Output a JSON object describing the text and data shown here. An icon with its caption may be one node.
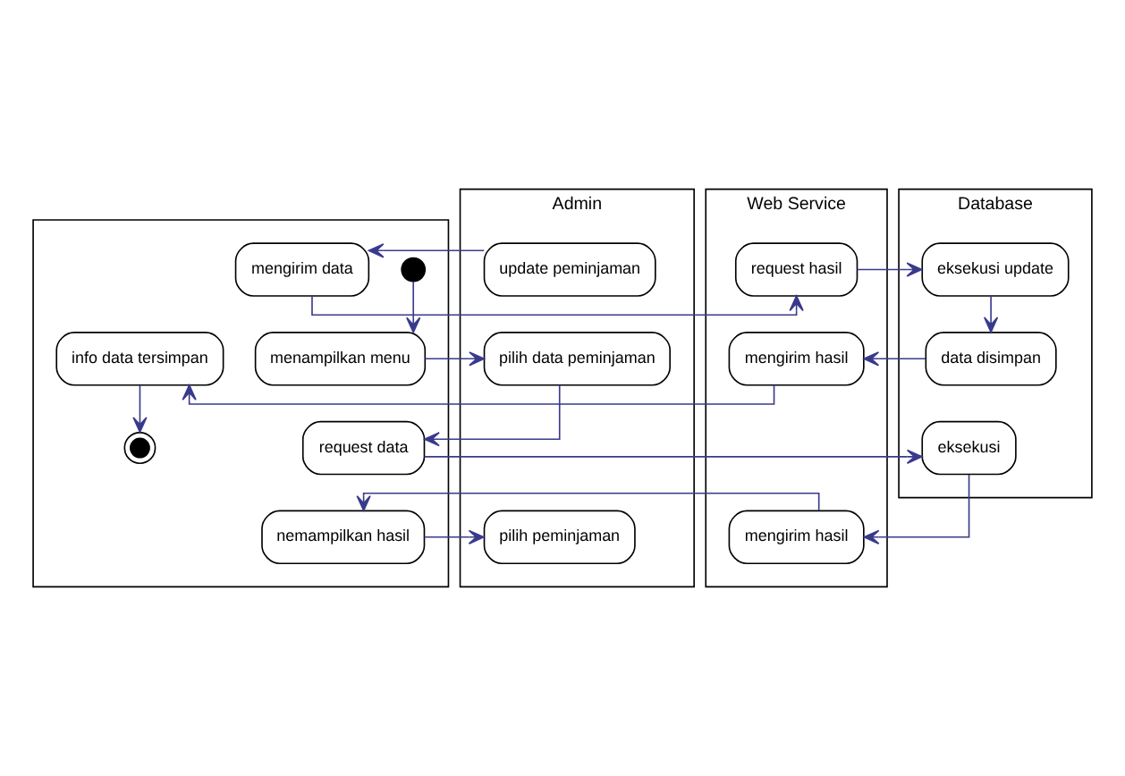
{
  "diagram": {
    "nodes": [
      {
        "text": [
          "Admin"
        ]
      },
      {
        "text": [],
        "shape": "box"
      },
      {
        "text": [
          "Web Service"
        ]
      },
      {
        "text": [
          "Database"
        ]
      },
      {
        "text": [],
        "shape": "circle",
        "in": 1
      },
      {
        "text": [
          "pilih data peminjaman"
        ],
        "in": 0
      },
      {
        "text": [
          "menampilkan menu"
        ],
        "in": 1
      },
      {
        "text": [
          "request data"
        ],
        "in": 1
      },
      {
        "text": [
          "eksekusi"
        ],
        "in": 3
      },
      {
        "text": [
          "pilih peminjaman"
        ],
        "in": 0
      },
      {
        "text": [
          "nemampilkan hasil"
        ],
        "in": 1
      },
      {
        "text": [
          "mengirim hasil"
        ],
        "in": 2
      },
      {
        "text": [
          "update peminjaman"
        ],
        "in": 0
      },
      {
        "text": [
          "mengirim data"
        ],
        "in": 1
      },
      {
        "text": [
          "request hasil"
        ],
        "in": 2
      },
      {
        "text": [
          "eksekusi update"
        ],
        "in": 3
      },
      {
        "text": [
          "info data tersimpan"
        ],
        "in": 1
      },
      {
        "text": [
          "mengirim hasil"
        ],
        "in": 2
      },
      {
        "text": [
          "data disimpan"
        ],
        "in": 3
      },
      {
        "text": [],
        "shape": "circle",
        "in": 1
      }
    ],
    "edges": [
      {
        "from": 4,
        "to": 6,
        "arrow": "to"
      },
      {
        "from": 6,
        "to": 5,
        "arrow": "to"
      },
      {
        "from": 5,
        "to": 7,
        "arrow": "to"
      },
      {
        "from": 7,
        "to": 8,
        "arrow": "to"
      },
      {
        "from": 8,
        "to": 11,
        "arrow": "to"
      },
      {
        "from": 11,
        "to": 10,
        "arrow": "to"
      },
      {
        "from": 10,
        "to": 9,
        "arrow": "to"
      },
      {
        "from": 12,
        "to": 13,
        "arrow": "to"
      },
      {
        "from": 13,
        "to": 14,
        "arrow": "to"
      },
      {
        "from": 14,
        "to": 15,
        "arrow": "to"
      },
      {
        "from": 15,
        "to": 18,
        "arrow": "to"
      },
      {
        "from": 18,
        "to": 17,
        "arrow": "to"
      },
      {
        "from": 17,
        "to": 16,
        "arrow": "to"
      },
      {
        "from": 16,
        "to": 19,
        "arrow": "to"
      }
    ]
  }
}
